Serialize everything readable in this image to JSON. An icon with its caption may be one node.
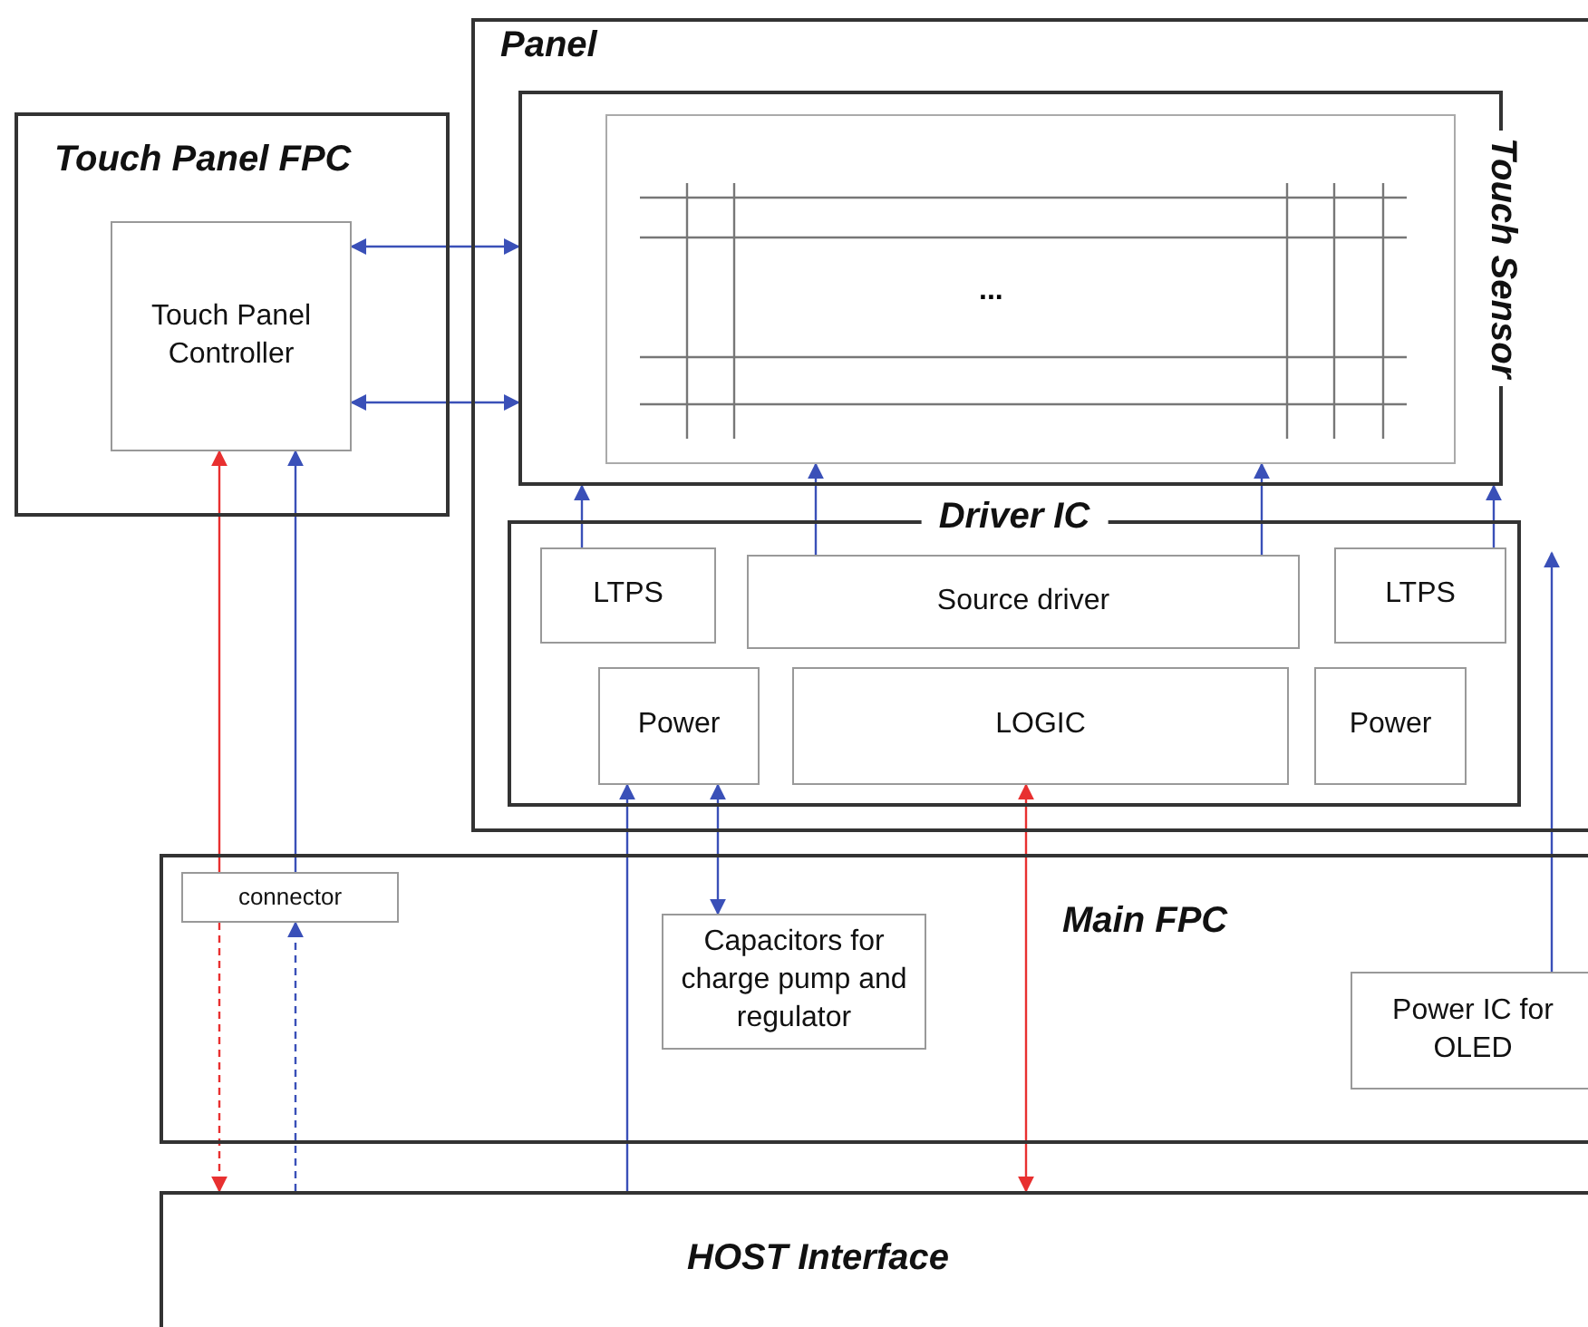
{
  "diagram": {
    "nodes": [
      {
        "text": [
          "Touch Panel  FPC"
        ]
      },
      {
        "text": [
          "Touch Panel Controller"
        ],
        "in": 0
      },
      {
        "text": [
          "Panel"
        ]
      },
      {
        "text": [
          "Touch Sensor"
        ],
        "in": 2
      },
      {
        "text": [
          "..."
        ],
        "in": 3
      },
      {
        "text": [
          "Driver IC"
        ],
        "in": 2
      },
      {
        "text": [
          "LTPS"
        ],
        "in": 5
      },
      {
        "text": [
          "Source driver"
        ],
        "in": 5
      },
      {
        "text": [
          "LTPS"
        ],
        "in": 5
      },
      {
        "text": [
          "Power"
        ],
        "in": 5
      },
      {
        "text": [
          "LOGIC"
        ],
        "in": 5
      },
      {
        "text": [
          "Power"
        ],
        "in": 5
      },
      {
        "text": [
          "Main FPC"
        ]
      },
      {
        "text": [
          "connector"
        ],
        "in": 12
      },
      {
        "text": [
          "Capacitors for charge pump and regulator"
        ],
        "in": 12
      },
      {
        "text": [
          "Power IC for OLED"
        ],
        "in": 12
      },
      {
        "text": [
          "HOST Interface"
        ]
      }
    ],
    "edges": [
      {
        "from": 1,
        "to": 3,
        "arrow": "both"
      },
      {
        "from": 1,
        "to": 3,
        "arrow": "both"
      },
      {
        "from": 6,
        "to": 3,
        "arrow": "to"
      },
      {
        "from": 7,
        "to": 4,
        "arrow": "to"
      },
      {
        "from": 7,
        "to": 4,
        "arrow": "to"
      },
      {
        "from": 8,
        "to": 3,
        "arrow": "to"
      },
      {
        "from": 13,
        "to": 1,
        "arrow": "to",
        "color": "#e83030"
      },
      {
        "from": 13,
        "to": 16,
        "arrow": "to",
        "style": "dashed",
        "color": "#e83030"
      },
      {
        "from": 16,
        "to": 13,
        "arrow": "to",
        "style": "dashed"
      },
      {
        "from": 13,
        "to": 1,
        "arrow": "to"
      },
      {
        "from": 16,
        "to": 9,
        "arrow": "to"
      },
      {
        "from": 9,
        "to": 14,
        "arrow": "both"
      },
      {
        "from": 16,
        "to": 10,
        "arrow": "both",
        "color": "#e83030"
      },
      {
        "from": 15,
        "to": 2,
        "arrow": "to"
      }
    ]
  }
}
